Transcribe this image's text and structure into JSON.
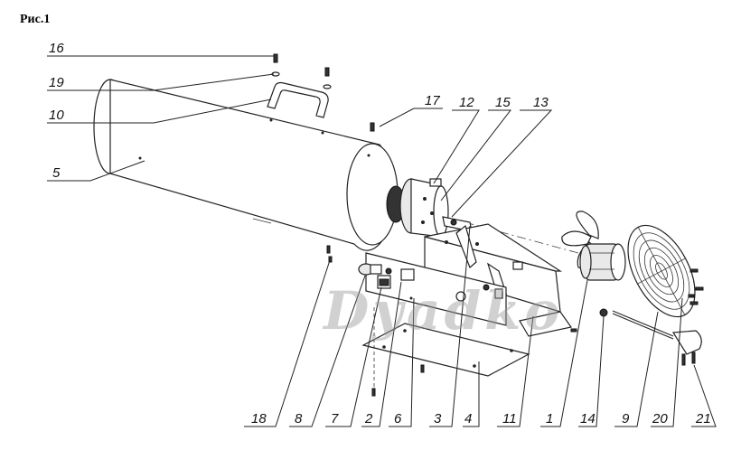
{
  "figure_title": "Рис.1",
  "watermark": "Dyadko",
  "callouts": {
    "c16": "16",
    "c19": "19",
    "c10": "10",
    "c5": "5",
    "c17": "17",
    "c12": "12",
    "c15": "15",
    "c13": "13",
    "c18": "18",
    "c8": "8",
    "c7": "7",
    "c2": "2",
    "c6": "6",
    "c3": "3",
    "c4": "4",
    "c11": "11",
    "c1": "1",
    "c14": "14",
    "c9": "9",
    "c20": "20",
    "c21": "21"
  }
}
